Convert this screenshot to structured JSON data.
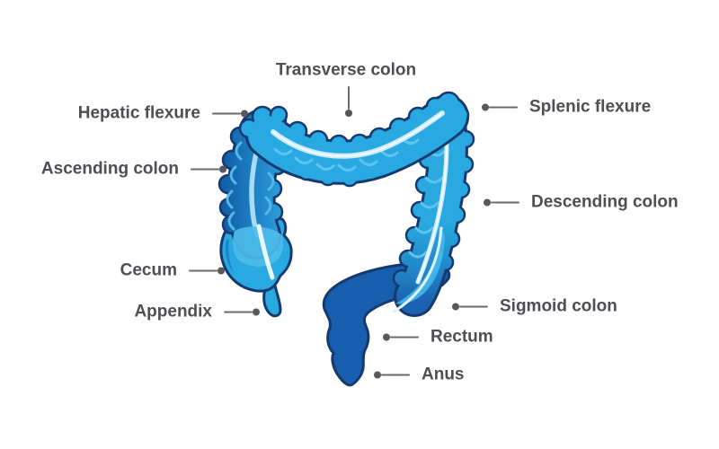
{
  "diagram": {
    "name": "Large intestine (colon) anatomy diagram",
    "labels": [
      {
        "id": "transverse-colon",
        "label": "Transverse colon",
        "side": "top"
      },
      {
        "id": "hepatic-flexure",
        "label": "Hepatic flexure",
        "side": "left"
      },
      {
        "id": "ascending-colon",
        "label": "Ascending colon",
        "side": "left"
      },
      {
        "id": "cecum",
        "label": "Cecum",
        "side": "left"
      },
      {
        "id": "appendix",
        "label": "Appendix",
        "side": "left"
      },
      {
        "id": "splenic-flexure",
        "label": "Splenic flexure",
        "side": "right"
      },
      {
        "id": "descending-colon",
        "label": "Descending colon",
        "side": "right"
      },
      {
        "id": "sigmoid-colon",
        "label": "Sigmoid colon",
        "side": "right"
      },
      {
        "id": "rectum",
        "label": "Rectum",
        "side": "right"
      },
      {
        "id": "anus",
        "label": "Anus",
        "side": "right"
      }
    ],
    "colors": {
      "colon_bright_blue": "#29A9E1",
      "colon_dark_blue": "#175FAE",
      "outline_navy": "#16396F",
      "highlight_pale": "#CCEBFA",
      "label_text": "#4D4F53",
      "connector_gray": "#6A6B6E",
      "background": "#FFFFFF"
    }
  }
}
